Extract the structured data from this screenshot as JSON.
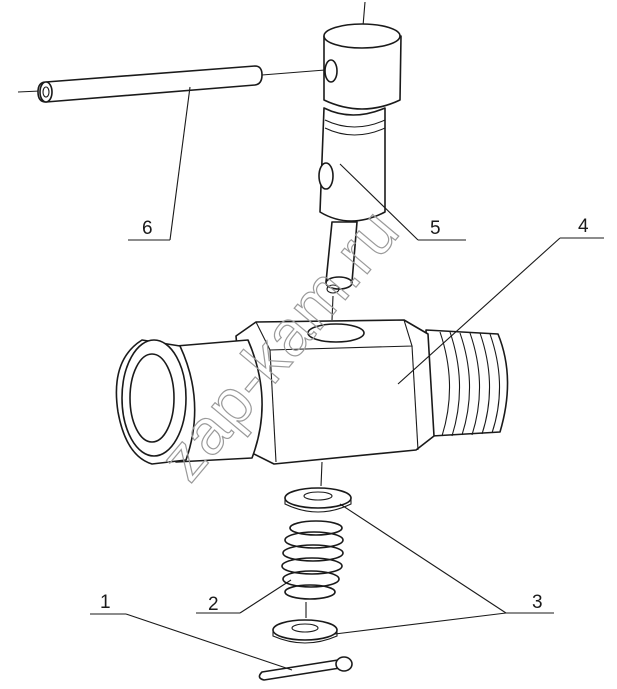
{
  "callouts": {
    "c1": "1",
    "c2": "2",
    "c3": "3",
    "c4": "4",
    "c5": "5",
    "c6": "6"
  },
  "watermark": "zap-kam.ru",
  "colors": {
    "ink": "#1a1a1a",
    "watermark": "#9a9a9a",
    "background": "#ffffff"
  }
}
